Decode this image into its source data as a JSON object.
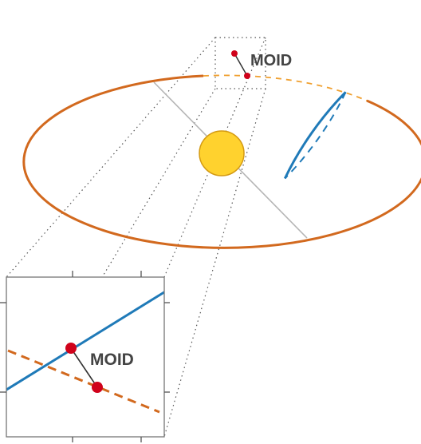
{
  "labels": {
    "moid_main": "MOID",
    "moid_inset": "MOID"
  },
  "colors": {
    "earth_orbit": "#d2691e",
    "object_orbit": "#1f7ab8",
    "sun_fill": "#ffd22e",
    "sun_stroke": "#d49a12",
    "moid_point": "#d0021b",
    "node_line": "#b5b5b5",
    "zoom_lines": "#555555",
    "inset_frame": "#777777"
  },
  "icons": {
    "sun": "sun-disc",
    "moid_points": "red-dot"
  }
}
